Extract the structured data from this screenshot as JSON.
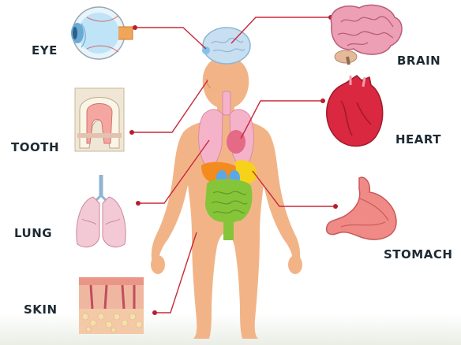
{
  "labels": {
    "eye": "EYE",
    "tooth": "TOOTH",
    "lung": "LUNG",
    "skin": "SKIN",
    "brain": "BRAIN",
    "heart": "HEART",
    "stomach": "STOMACH"
  },
  "colors": {
    "skin_body": "#F2B487",
    "connector": "#C8283A",
    "dot": "#B51E2E",
    "label_text": "#1E2A33",
    "lungs": "#F4B3C8",
    "liver": "#F38B1E",
    "stomach_yellow": "#F7D21A",
    "kidney_blue": "#5AA9E6",
    "intestines": "#86C53A",
    "brain": "#C7DFF0"
  }
}
